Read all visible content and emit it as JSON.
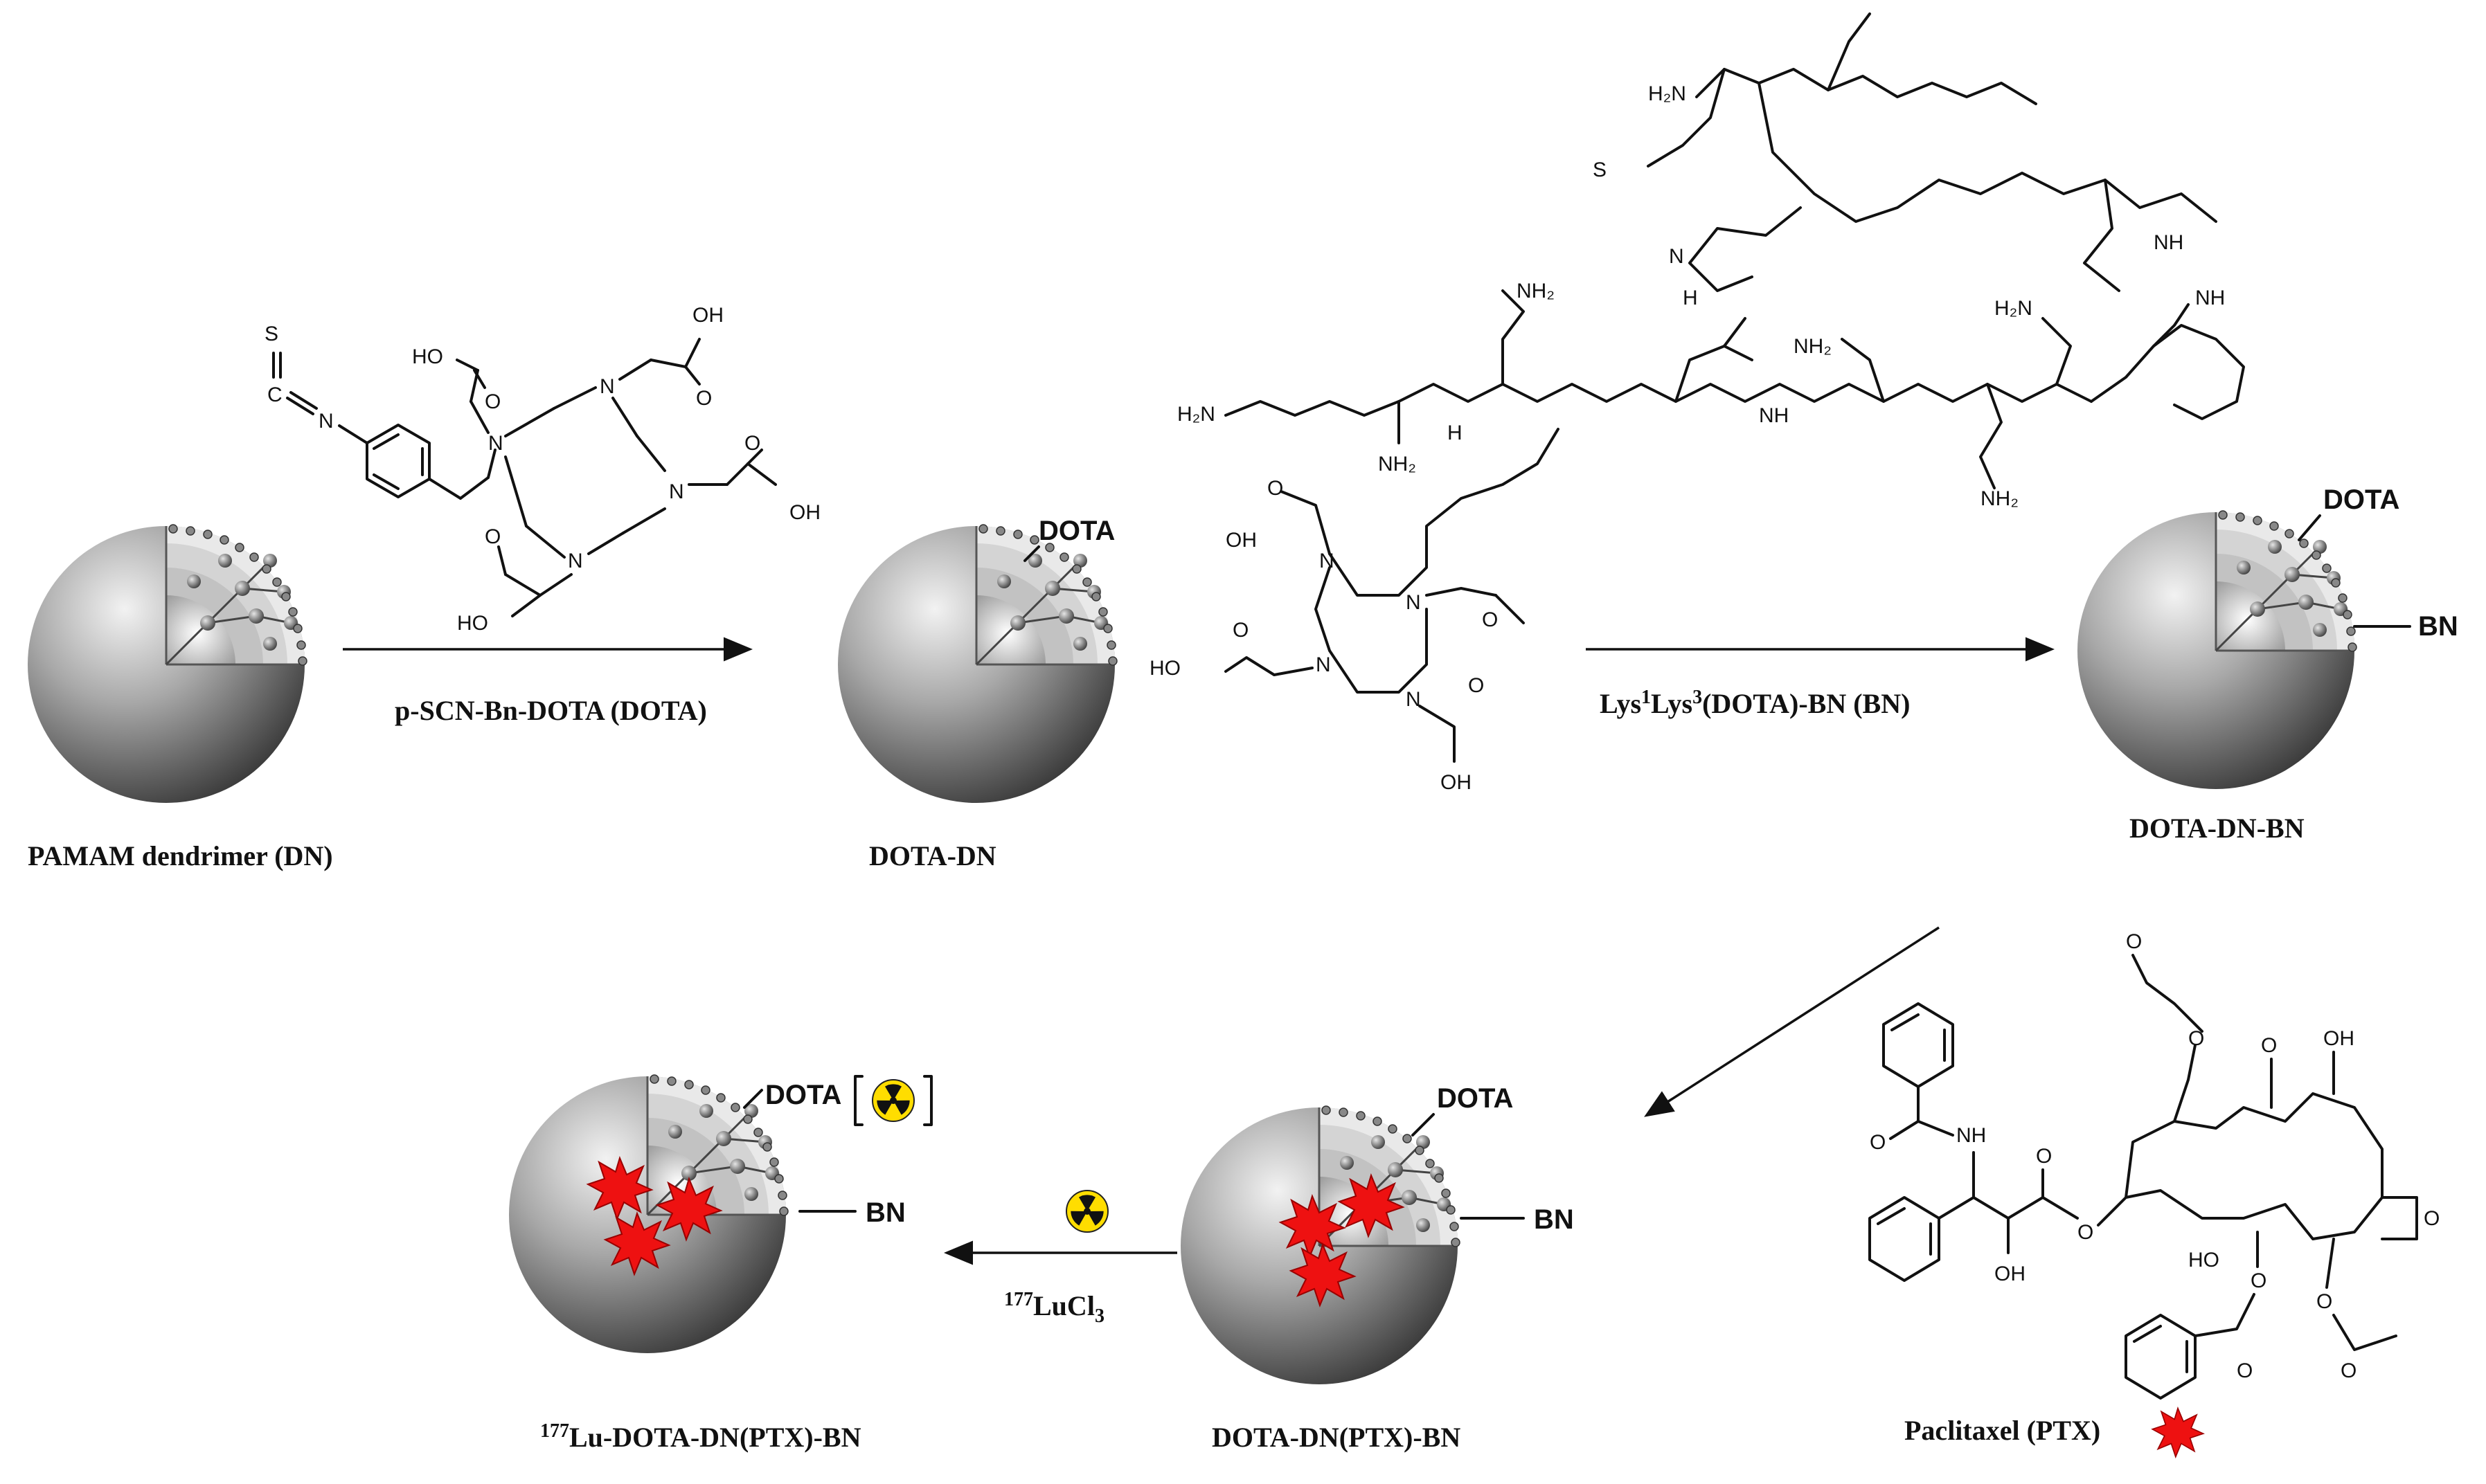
{
  "labels": {
    "pamam": "PAMAM dendrimer (DN)",
    "step1_reagent": "p-SCN-Bn-DOTA (DOTA)",
    "dota_dn": "DOTA-DN",
    "step2_reagent_a": "Lys",
    "step2_sup1": "1",
    "step2_reagent_b": "Lys",
    "step2_sup2": "3",
    "step2_reagent_c": "(DOTA)-BN (BN)",
    "dota_dn_bn": "DOTA-DN-BN",
    "ptx": "Paclitaxel (PTX)",
    "dota_dn_ptx_bn": "DOTA-DN(PTX)-BN",
    "lu_reagent_sup": "177",
    "lu_reagent_a": "LuCl",
    "lu_reagent_sub": "3",
    "final_sup": "177",
    "final_main": "Lu-DOTA-DN(PTX)-BN"
  },
  "tags": {
    "dota": "DOTA",
    "bn": "BN"
  },
  "atoms": {
    "s": "S",
    "c": "C",
    "n": "N",
    "ho": "HO",
    "oh": "OH",
    "o": "O",
    "nh": "NH",
    "h": "H",
    "h2n": "H₂N",
    "nh2": "NH₂"
  }
}
